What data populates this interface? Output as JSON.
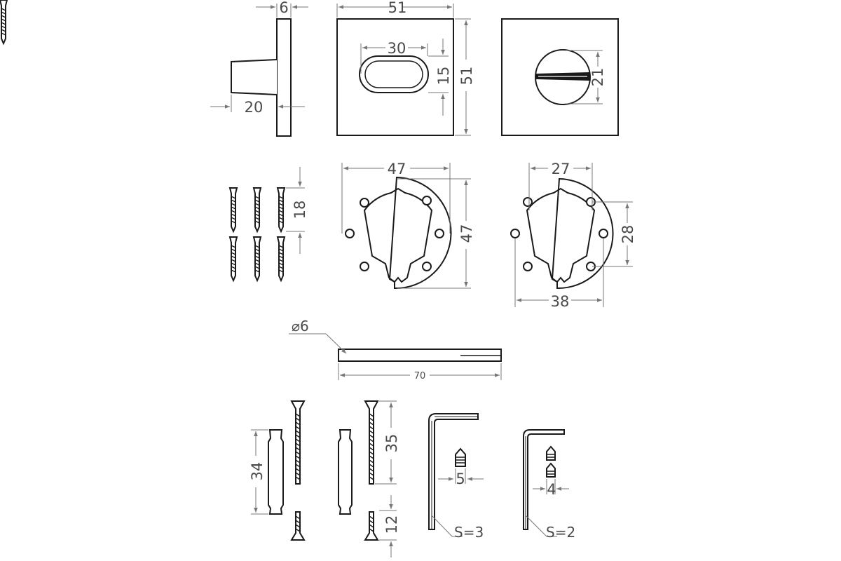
{
  "dimensions": {
    "plate_thickness": "6",
    "plate_side_width": "51",
    "plate_side_height": "51",
    "slot_length": "30",
    "slot_height": "15",
    "knob_depth": "20",
    "turn_height": "21",
    "screw_length": "18",
    "ring_outer_width": "47",
    "ring_outer_height": "47",
    "ring2_inner_width": "27",
    "ring2_hole_spacing": "28",
    "ring2_outer_width": "38",
    "spindle_section": "⌀6",
    "spindle_length": "70",
    "bolt_long": "34",
    "bolt_screw_long": "35",
    "bolt_short": "12",
    "hex_key_large_size": "5",
    "hex_key_small_size": "4",
    "hex_key_large_label": "S=3",
    "hex_key_small_label": "S=2"
  },
  "colors": {
    "line": "#1a1a1a",
    "dimension": "#777777",
    "text": "#4a4a4a",
    "background": "#ffffff"
  }
}
